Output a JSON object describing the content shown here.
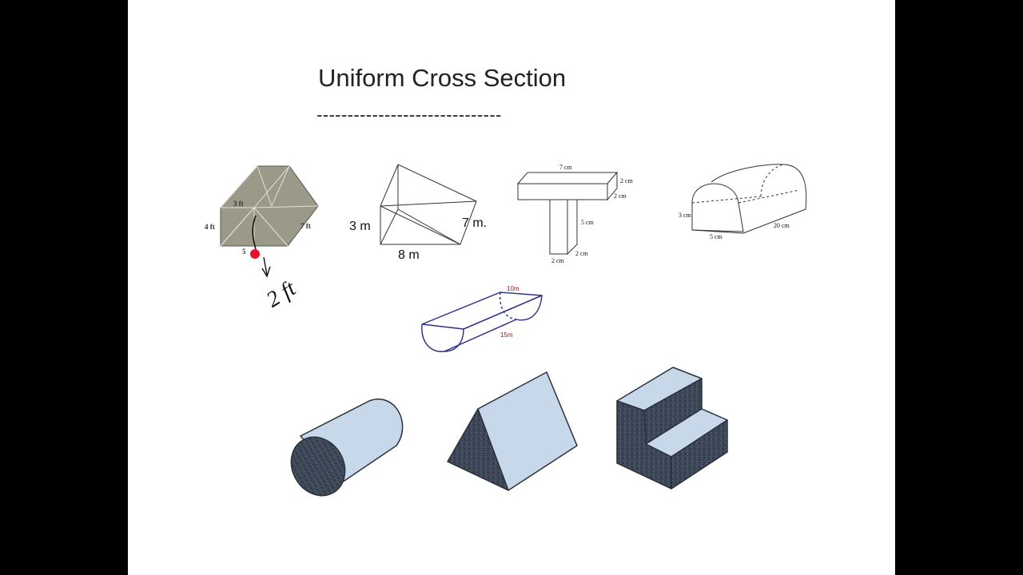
{
  "slide": {
    "title": "Uniform Cross Section",
    "title_rule": "------------------------------"
  },
  "figures": {
    "tri_prism": {
      "side_top": "3 ft",
      "side_left": "4 ft",
      "side_right": "7 ft",
      "base": "5"
    },
    "annotation": "2 ft",
    "wedge": {
      "height": "3 m",
      "side": "7 m.",
      "base": "8 m"
    },
    "t_prism": {
      "top_length": "7 cm",
      "top_depth": "2 cm",
      "top_thickness": "2 cm",
      "stem_height": "5 cm",
      "stem_width": "2 cm",
      "stem_depth": "2 cm"
    },
    "tunnel": {
      "height": "3 cm",
      "width": "5 cm",
      "length": "20 cm"
    },
    "trough": {
      "length": "10m",
      "width": "15m"
    }
  },
  "colors": {
    "background": "#000000",
    "slide": "#ffffff",
    "gray_prism": "#9b9a89",
    "solid_face": "#c7d8ea",
    "dark_face": "#3c4654",
    "marker": "#e8102a",
    "trough_stroke": "#2a2f86",
    "trough_label": "#8a2020"
  }
}
